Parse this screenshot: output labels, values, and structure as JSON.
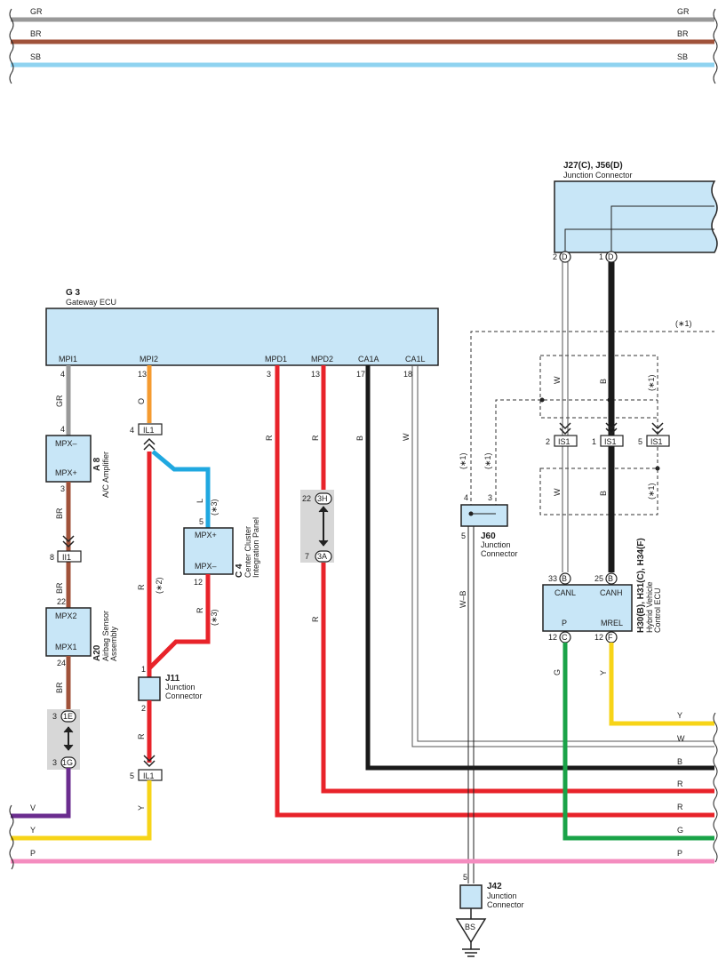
{
  "colors": {
    "GR": "#999999",
    "BR": "#a0523a",
    "SB": "#8fd3f0",
    "O": "#f59b30",
    "R": "#e8232a",
    "B": "#1a1a1a",
    "W": "#ffffff",
    "L": "#20a8e0",
    "Y": "#f7d418",
    "V": "#6b2d8f",
    "P": "#f48cbf",
    "G": "#1aa348",
    "box": "#c8e6f7",
    "shade": "#d7d7d7"
  },
  "top_wires": [
    {
      "code": "GR",
      "left": "GR",
      "right": "GR"
    },
    {
      "code": "BR",
      "left": "BR",
      "right": "BR"
    },
    {
      "code": "SB",
      "left": "SB",
      "right": "SB"
    }
  ],
  "components": {
    "g3": {
      "id": "G 3",
      "name": "Gateway ECU",
      "pins": [
        {
          "label": "MPI1",
          "num": "4"
        },
        {
          "label": "MPI2",
          "num": "13"
        },
        {
          "label": "MPD1",
          "num": "3"
        },
        {
          "label": "MPD2",
          "num": "13"
        },
        {
          "label": "CA1A",
          "num": "17"
        },
        {
          "label": "CA1L",
          "num": "18"
        }
      ]
    },
    "a8": {
      "id": "A 8",
      "name": "A/C Amplifier",
      "pin_top": "MPX–",
      "pin_bottom": "MPX+",
      "num_top": "4",
      "num_bottom": "3"
    },
    "a20": {
      "id": "A20",
      "name1": "Airbag Sensor",
      "name2": "Assembly",
      "pin_top": "MPX2",
      "pin_bottom": "MPX1",
      "num_top": "22",
      "num_bottom": "24"
    },
    "c4": {
      "id": "C 4",
      "name1": "Center Cluster",
      "name2": "Integration Panel",
      "pin_top": "MPX+",
      "pin_bottom": "MPX–",
      "num_top": "5",
      "num_bottom": "12"
    },
    "j11": {
      "id": "J11",
      "name1": "Junction",
      "name2": "Connector",
      "num_top": "1",
      "num_bottom": "2"
    },
    "j60": {
      "id": "J60",
      "name1": "Junction",
      "name2": "Connector",
      "num_a": "4",
      "num_b": "3",
      "num_bottom": "5"
    },
    "j42": {
      "id": "J42",
      "name1": "Junction",
      "name2": "Connector",
      "num_top": "5",
      "ground": "BS"
    },
    "j27": {
      "id": "J27(C), J56(D)",
      "name": "Junction Connector",
      "pin1_num": "2",
      "pin1": "D",
      "pin2_num": "1",
      "pin2": "D"
    },
    "hv": {
      "id": "H30(B), H31(C), H34(F)",
      "name1": "Hybrid Vehicle",
      "name2": "Control ECU",
      "pin_canl": "CANL",
      "pin_canh": "CANH",
      "pin_p": "P",
      "pin_mrel": "MREL",
      "canl_num": "33",
      "canl_conn": "B",
      "canh_num": "25",
      "canh_conn": "B",
      "p_num": "12",
      "p_conn": "C",
      "mrel_num": "12",
      "mrel_conn": "F"
    }
  },
  "connectors": {
    "il1_top": {
      "num": "4",
      "label": "IL1"
    },
    "il1_bottom": {
      "num": "5",
      "label": "IL1"
    },
    "ii1": {
      "num": "8",
      "label": "II1"
    },
    "is1_a": {
      "num": "2",
      "label": "IS1"
    },
    "is1_b": {
      "num": "1",
      "label": "IS1"
    },
    "is1_c": {
      "num": "5",
      "label": "IS1"
    },
    "c3h": {
      "num": "22",
      "label": "3H"
    },
    "c3a": {
      "num": "7",
      "label": "3A"
    },
    "c1e": {
      "num": "3",
      "label": "1E"
    },
    "c1g": {
      "num": "3",
      "label": "1G"
    }
  },
  "wire_labels": {
    "gr": "GR",
    "o": "O",
    "r": "R",
    "b": "B",
    "w": "W",
    "l": "L",
    "br": "BR",
    "y": "Y",
    "v": "V",
    "p": "P",
    "g": "G",
    "wb": "W–B"
  },
  "notes": {
    "n1": "(∗1)",
    "n2": "(∗2)",
    "n3": "(∗3)"
  },
  "bottom_wires": [
    {
      "code": "Y",
      "right": "Y"
    },
    {
      "code": "W",
      "right": "W"
    },
    {
      "code": "B",
      "right": "B"
    },
    {
      "code": "R",
      "right": "R"
    },
    {
      "code": "R",
      "right": "R"
    },
    {
      "code": "G",
      "right": "G"
    },
    {
      "code": "P",
      "right": "P"
    }
  ]
}
